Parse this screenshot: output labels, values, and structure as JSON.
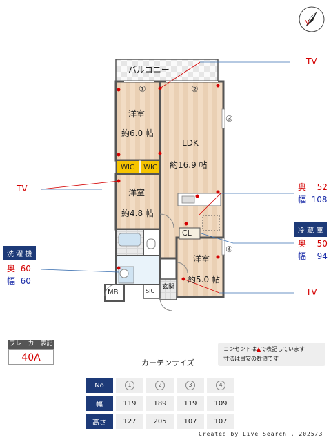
{
  "rooms": {
    "balcony": "バルコニー",
    "western1": {
      "name": "洋室",
      "size": "約6.0 帖"
    },
    "ldk": {
      "name": "LDK",
      "size": "約16.9 帖"
    },
    "wic1": "WIC",
    "wic2": "WIC",
    "western2": {
      "name": "洋室",
      "size": "約4.8 帖"
    },
    "western3": {
      "name": "洋室",
      "size": "約5.0 帖"
    },
    "cl": "CL",
    "mb": "MB",
    "sic": "SIC",
    "genkan": "玄関"
  },
  "window_numbers": [
    "①",
    "②",
    "③",
    "④"
  ],
  "tv_labels": [
    "TV",
    "TV",
    "TV"
  ],
  "kitchen_refrigerator_area": {
    "depth_label": "奥",
    "depth_value": "52",
    "width_label": "幅",
    "width_value": "108"
  },
  "refrigerator": {
    "title": "冷 蔵 庫",
    "depth_label": "奥",
    "depth_value": "50",
    "width_label": "幅",
    "width_value": "94"
  },
  "washing_machine": {
    "title": "洗 濯 機",
    "depth_label": "奥",
    "depth_value": "60",
    "width_label": "幅",
    "width_value": "60"
  },
  "breaker": {
    "title": "ブレーカー表記",
    "value": "40A"
  },
  "note": {
    "line1_prefix": "コンセントは",
    "line1_mark": "▲",
    "line1_suffix": "で表記しています",
    "line2": "寸法は目安の数値です"
  },
  "curtain": {
    "title": "カーテンサイズ",
    "headers": [
      "No",
      "幅",
      "高さ"
    ],
    "columns": [
      {
        "no": "1",
        "width": "119",
        "height": "127"
      },
      {
        "no": "2",
        "width": "189",
        "height": "205"
      },
      {
        "no": "3",
        "width": "119",
        "height": "107"
      },
      {
        "no": "4",
        "width": "109",
        "height": "107"
      }
    ]
  },
  "credit": "Created by Live Search , 2025/3",
  "compass_letter": "N",
  "colors": {
    "navy": "#1d3a78",
    "red": "#d40000",
    "blue": "#1a2ca8",
    "wic": "#f6c400"
  }
}
